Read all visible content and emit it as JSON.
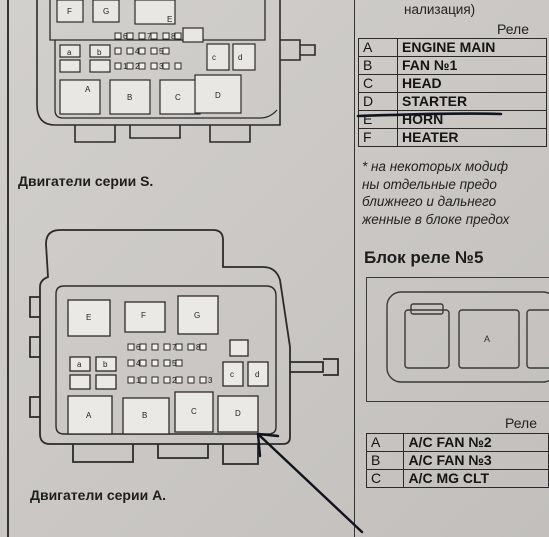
{
  "top_table": {
    "partial_text": "нализация)",
    "header": "Реле",
    "rows": [
      {
        "key": "A",
        "value": "ENGINE MAIN"
      },
      {
        "key": "B",
        "value": "FAN №1"
      },
      {
        "key": "C",
        "value": "HEAD"
      },
      {
        "key": "D",
        "value": "STARTER"
      },
      {
        "key": "E",
        "value": "HORN"
      },
      {
        "key": "F",
        "value": "HEATER"
      }
    ]
  },
  "note_lines": [
    "* на некоторых модиф",
    "ны отдельные предо",
    "ближнего и дальнего",
    "женные в блоке предох"
  ],
  "caption_s": "Двигатели серии S.",
  "caption_a": "Двигатели серии A.",
  "block5_title": "Блок реле №5",
  "block5_slot": "A",
  "bottom_table": {
    "header": "Реле",
    "rows": [
      {
        "key": "A",
        "value": "A/C FAN №2"
      },
      {
        "key": "B",
        "value": "A/C FAN №3"
      },
      {
        "key": "C",
        "value": "A/C MG CLT"
      }
    ]
  },
  "diagram_s_labels": [
    "F",
    "G",
    "E",
    "6",
    "7",
    "8",
    "a",
    "b",
    "1",
    "2",
    "3",
    "4",
    "5",
    "c",
    "d",
    "A",
    "B",
    "C",
    "D"
  ],
  "diagram_a_labels": [
    "E",
    "F",
    "G",
    "6",
    "4",
    "8",
    "7",
    "5",
    "a",
    "b",
    "1",
    "2",
    "3",
    "c",
    "d",
    "A",
    "B",
    "C",
    "D"
  ]
}
